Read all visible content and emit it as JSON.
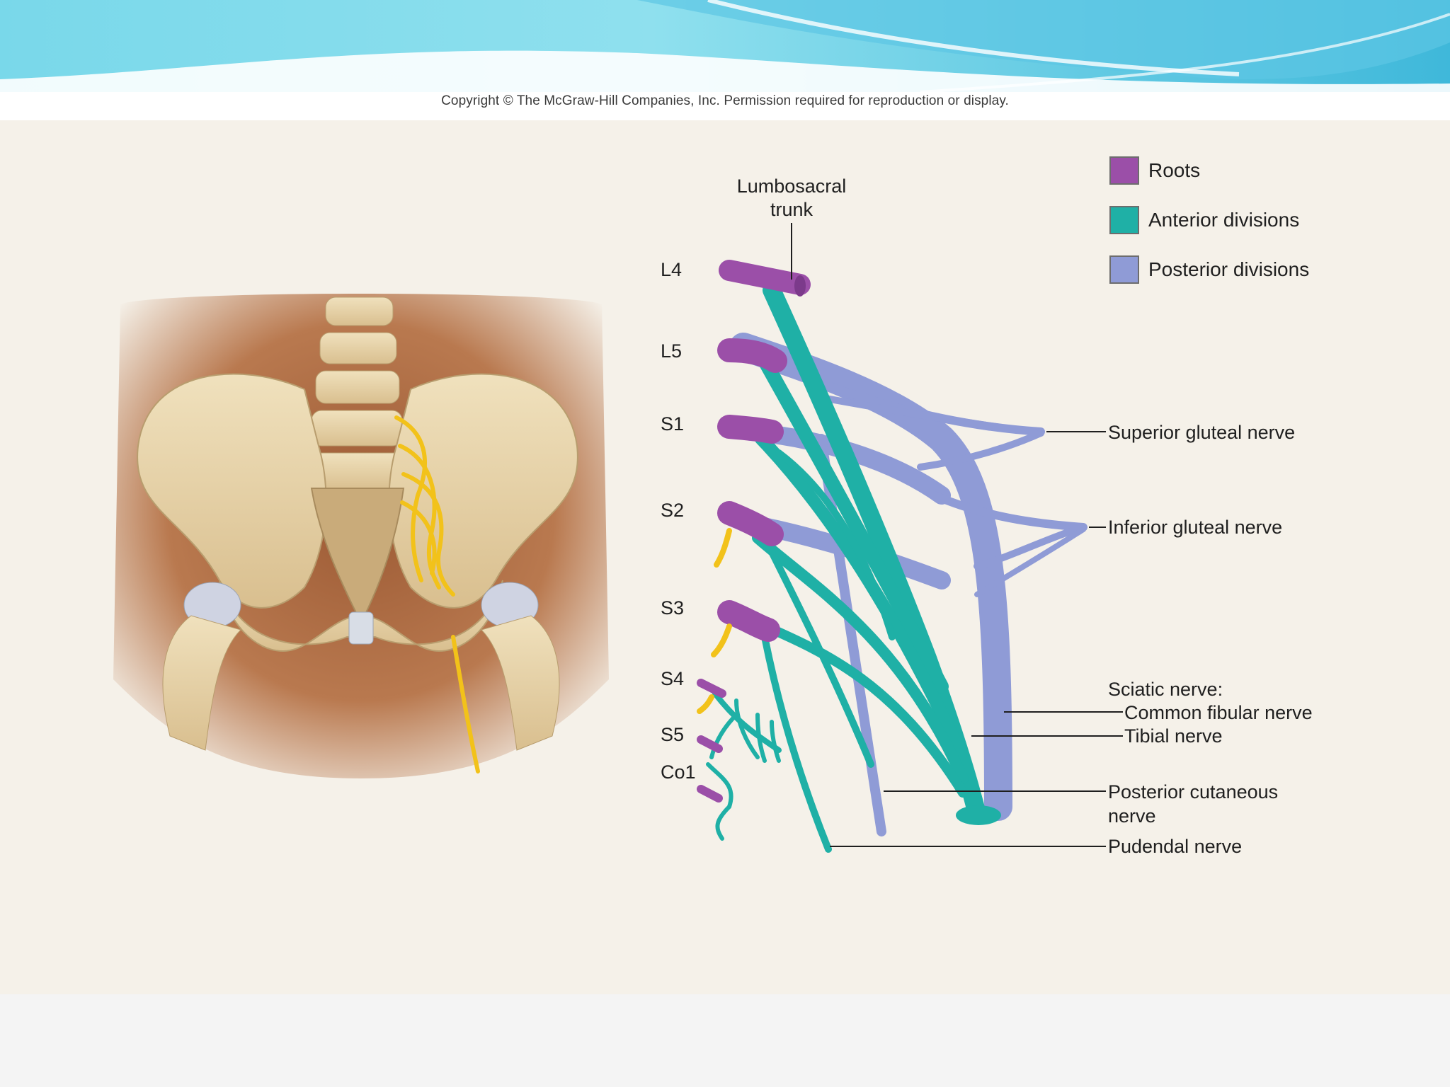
{
  "copyright": "Copyright © The McGraw-Hill Companies, Inc. Permission required for reproduction or display.",
  "legend": {
    "items": [
      {
        "label": "Roots",
        "color": "#9b4fa8"
      },
      {
        "label": "Anterior divisions",
        "color": "#1fb0a6"
      },
      {
        "label": "Posterior divisions",
        "color": "#8f9bd6"
      }
    ]
  },
  "roots": {
    "L4": "L4",
    "L5": "L5",
    "S1": "S1",
    "S2": "S2",
    "S3": "S3",
    "S4": "S4",
    "S5": "S5",
    "Co1": "Co1"
  },
  "labels": {
    "lumbosacral_1": "Lumbosacral",
    "lumbosacral_2": "trunk",
    "superior_gluteal": "Superior gluteal nerve",
    "inferior_gluteal": "Inferior gluteal nerve",
    "sciatic": "Sciatic nerve:",
    "common_fibular": "Common fibular nerve",
    "tibial": "Tibial nerve",
    "posterior_cutaneous_1": "Posterior cutaneous",
    "posterior_cutaneous_2": "nerve",
    "pudendal": "Pudendal nerve"
  },
  "colors": {
    "roots": "#9b4fa8",
    "anterior": "#1fb0a6",
    "posterior": "#8f9bd6",
    "nerve_yellow": "#f2c21a",
    "bone": "#e6d3a8",
    "header_cyan": "#6fd3e6"
  }
}
